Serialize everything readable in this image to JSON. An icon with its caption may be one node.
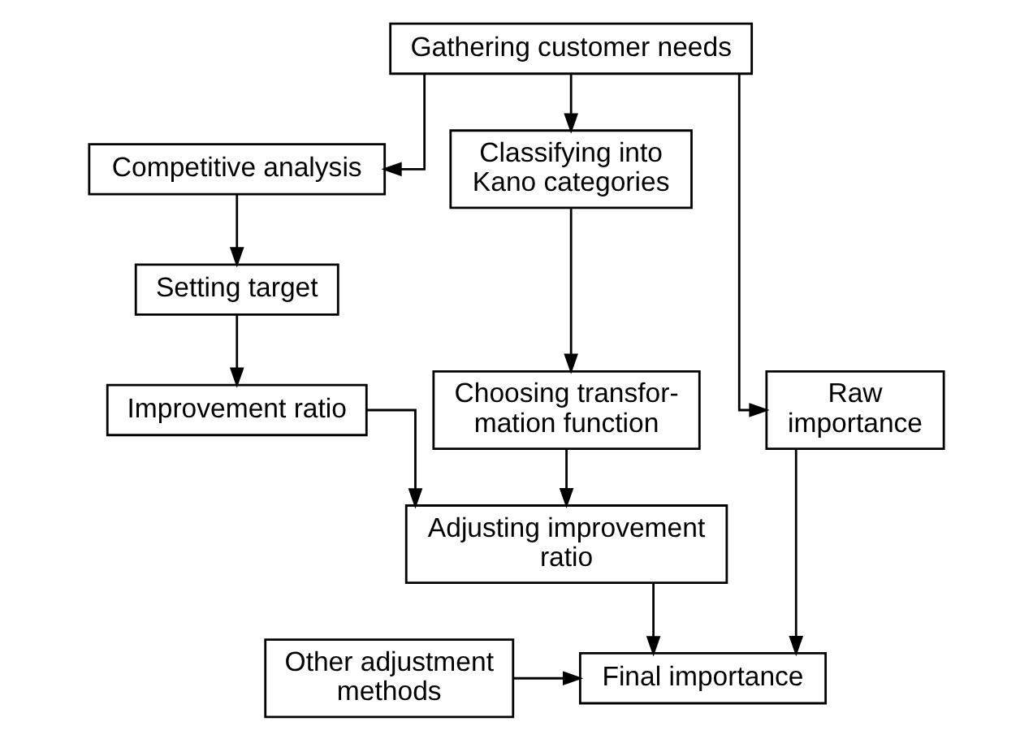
{
  "diagram": {
    "nodes": [
      {
        "text": [
          "Gathering customer needs"
        ]
      },
      {
        "text": [
          "Competitive analysis"
        ]
      },
      {
        "text": [
          "Classifying into Kano categories"
        ]
      },
      {
        "text": [
          "Setting target"
        ]
      },
      {
        "text": [
          "Raw importance"
        ]
      },
      {
        "text": [
          "Improvement ratio"
        ]
      },
      {
        "text": [
          "Choosing transfor- mation function"
        ]
      },
      {
        "text": [
          "Adjusting improvement ratio"
        ]
      },
      {
        "text": [
          "Other adjustment methods"
        ]
      },
      {
        "text": [
          "Final importance"
        ]
      }
    ],
    "edges": [
      {
        "from": 0,
        "to": 1,
        "arrow": "to"
      },
      {
        "from": 0,
        "to": 4,
        "arrow": "to"
      },
      {
        "from": 0,
        "to": 2,
        "arrow": "to"
      },
      {
        "from": 1,
        "to": 3,
        "arrow": "to"
      },
      {
        "from": 3,
        "to": 5,
        "arrow": "to"
      },
      {
        "from": 2,
        "to": 6,
        "arrow": "to"
      },
      {
        "from": 5,
        "to": 7,
        "arrow": "to"
      },
      {
        "from": 6,
        "to": 7,
        "arrow": "to"
      },
      {
        "from": 7,
        "to": 9,
        "arrow": "to"
      },
      {
        "from": 4,
        "to": 9,
        "arrow": "to"
      },
      {
        "from": 8,
        "to": 9,
        "arrow": "to"
      }
    ]
  }
}
